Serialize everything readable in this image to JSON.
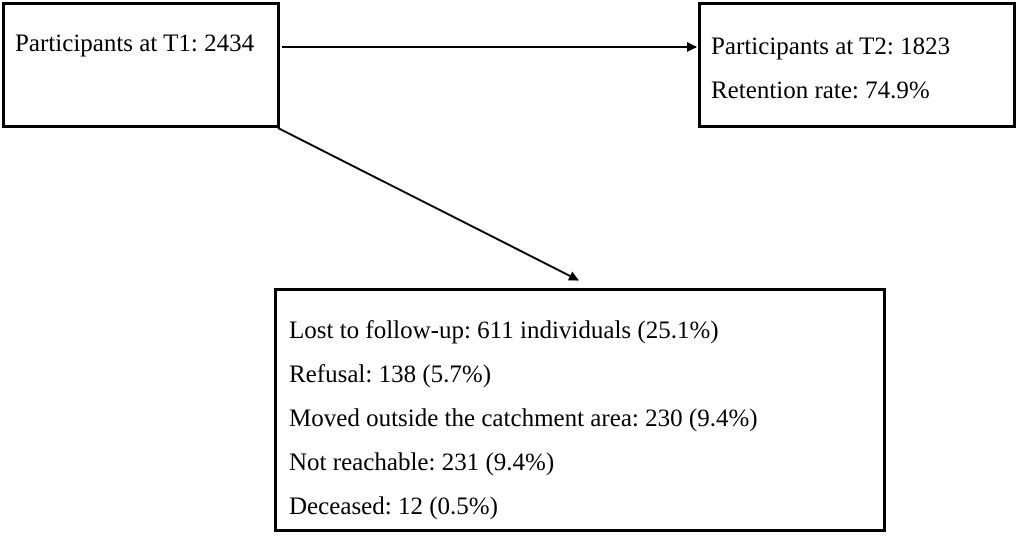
{
  "t1_box": {
    "text": "Participants at T1: 2434"
  },
  "t2_box": {
    "line1": "Participants at T2: 1823",
    "line2": "Retention rate: 74.9%"
  },
  "lost_box": {
    "items": [
      "Lost to follow-up: 611 individuals (25.1%)",
      "Refusal: 138 (5.7%)",
      "Moved outside the catchment area: 230 (9.4%)",
      "Not reachable: 231 (9.4%)",
      "Deceased: 12 (0.5%)"
    ]
  },
  "colors": {
    "stroke": "#000000",
    "background": "#ffffff"
  }
}
